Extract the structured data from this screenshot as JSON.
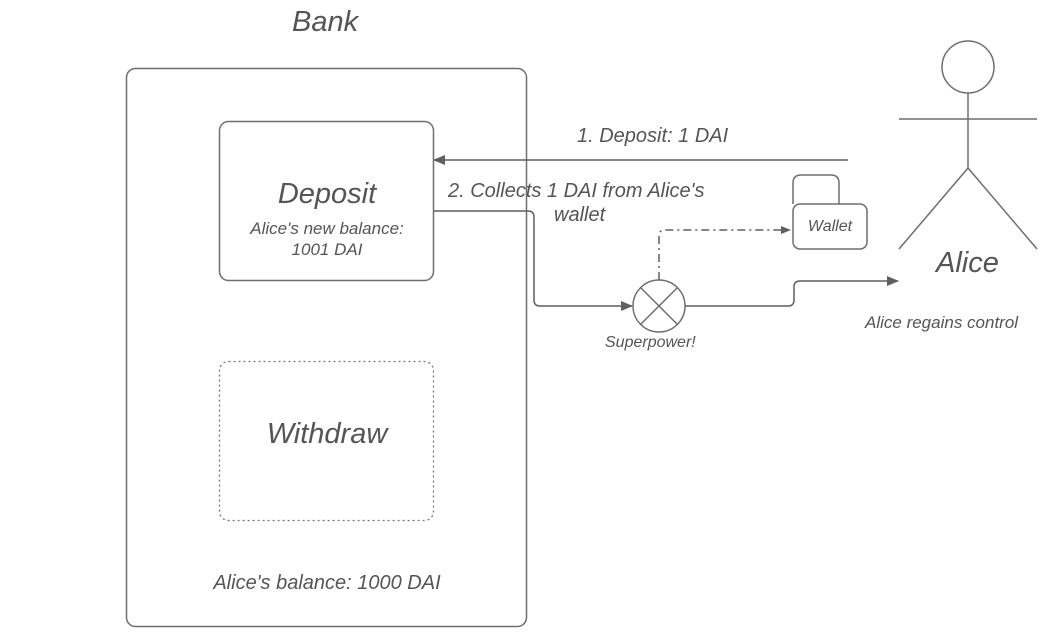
{
  "bank": {
    "title": "Bank",
    "balance": "Alice's balance: 1000 DAI"
  },
  "deposit": {
    "title": "Deposit",
    "new_balance_line1": "Alice's new balance:",
    "new_balance_line2": "1001 DAI"
  },
  "withdraw": {
    "title": "Withdraw"
  },
  "flows": {
    "deposit_step": "1. Deposit: 1 DAI",
    "collect_step_line1": "2. Collects 1 DAI from Alice's",
    "collect_step_line2": "wallet"
  },
  "superpower": {
    "label": "Superpower!",
    "icon": "x-circle-icon"
  },
  "wallet": {
    "label": "Wallet",
    "icon": "wallet-icon"
  },
  "alice": {
    "name": "Alice",
    "caption": "Alice regains control",
    "icon": "stick-figure-icon"
  },
  "colors": {
    "stroke": "#6e6e6e",
    "text": "#555555"
  }
}
